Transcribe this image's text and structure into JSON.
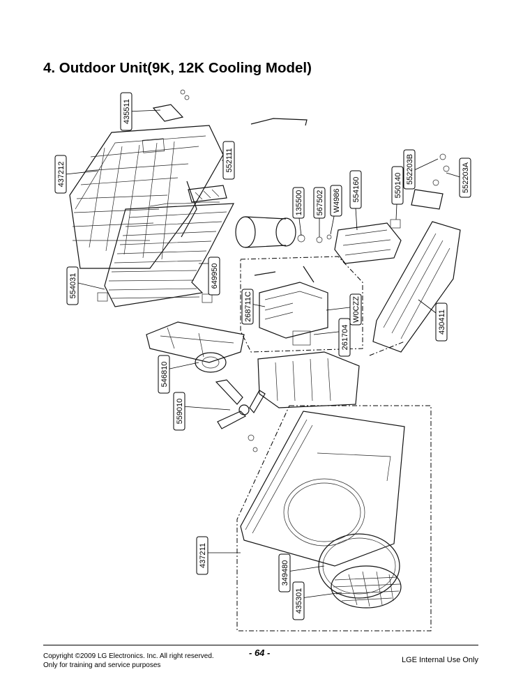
{
  "page": {
    "title": "4. Outdoor Unit(9K, 12K Cooling Model)"
  },
  "parts": [
    {
      "code": "435511"
    },
    {
      "code": "437212"
    },
    {
      "code": "552111"
    },
    {
      "code": "554031"
    },
    {
      "code": "649950"
    },
    {
      "code": "135500"
    },
    {
      "code": "567502"
    },
    {
      "code": "W4986"
    },
    {
      "code": "554160"
    },
    {
      "code": "550140"
    },
    {
      "code": "552203B"
    },
    {
      "code": "552203A"
    },
    {
      "code": "268711C"
    },
    {
      "code": "W0CZZ"
    },
    {
      "code": "261704"
    },
    {
      "code": "430411"
    },
    {
      "code": "546810"
    },
    {
      "code": "559010"
    },
    {
      "code": "437211"
    },
    {
      "code": "349480"
    },
    {
      "code": "435301"
    }
  ],
  "footer": {
    "copyright_line1": "Copyright ©2009 LG Electronics. Inc. All right reserved.",
    "copyright_line2": "Only for training and service purposes",
    "page_number": "- 64 -",
    "internal_note": "LGE Internal Use Only"
  }
}
